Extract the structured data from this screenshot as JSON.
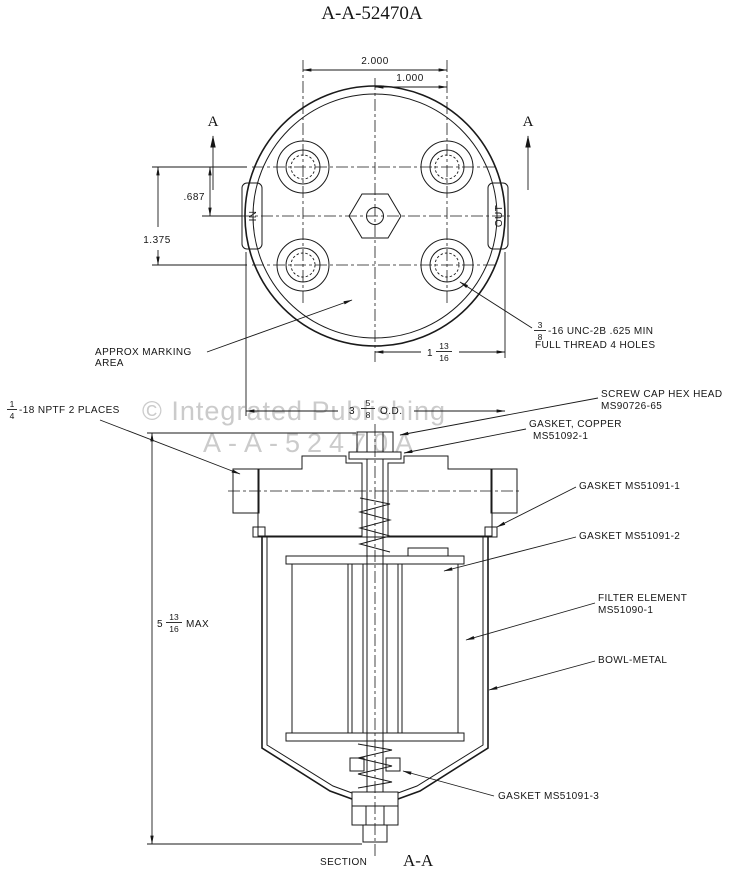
{
  "title": "A-A-52470A",
  "watermark": {
    "line1": "© Integrated Publishing",
    "line2": "A-A-52470A"
  },
  "top_view": {
    "section_letter_left": "A",
    "section_letter_right": "A",
    "dim_2000": "2.000",
    "dim_1000": "1.000",
    "dim_687": ".687",
    "dim_1375": "1.375",
    "dim_rad_whole": "1",
    "dim_rad_num": "13",
    "dim_rad_den": "16",
    "dim_od_whole": "3",
    "dim_od_num": "5",
    "dim_od_den": "8",
    "dim_od_suffix": "O.D.",
    "port_in": "IN",
    "port_out": "OUT",
    "marking_line1": "APPROX MARKING",
    "marking_line2": "AREA",
    "thread_num": "3",
    "thread_den": "8",
    "thread_rest": "-16 UNC-2B  .625 MIN",
    "thread_line2": "FULL THREAD 4 HOLES"
  },
  "section_view": {
    "nptf_num": "1",
    "nptf_den": "4",
    "nptf_rest": "-18 NPTF  2 PLACES",
    "screw_cap_1": "SCREW CAP HEX HEAD",
    "screw_cap_2": "MS90726-65",
    "gasket_copper_1": "GASKET, COPPER",
    "gasket_copper_2": "MS51092-1",
    "gasket_1": "GASKET MS51091-1",
    "gasket_2": "GASKET MS51091-2",
    "filter_1": "FILTER ELEMENT",
    "filter_2": "MS51090-1",
    "bowl": "BOWL-METAL",
    "gasket_3": "GASKET MS51091-3",
    "dim_max_whole": "5",
    "dim_max_num": "13",
    "dim_max_den": "16",
    "dim_max_suffix": "MAX",
    "caption_section": "SECTION",
    "caption_aa": "A-A"
  }
}
